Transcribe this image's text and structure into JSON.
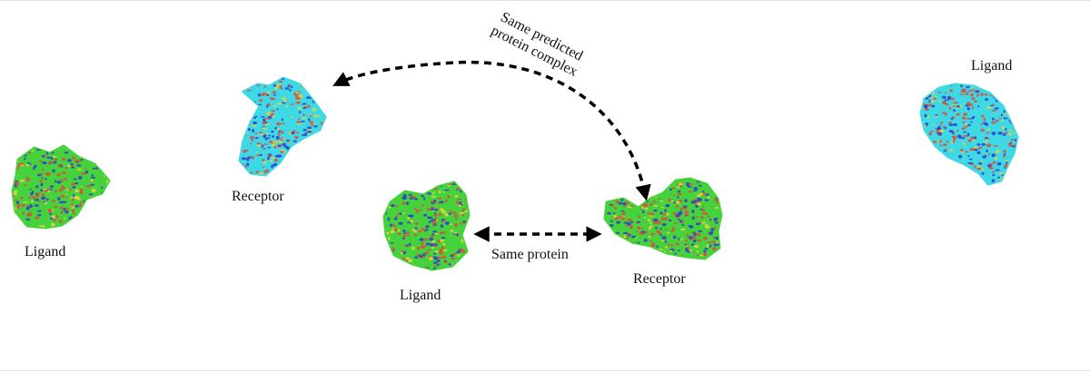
{
  "labels": {
    "ligand_left": "Ligand",
    "receptor_left": "Receptor",
    "ligand_mid": "Ligand",
    "receptor_right": "Receptor",
    "ligand_far_right": "Ligand",
    "same_protein": "Same protein",
    "same_complex_line1": "Same predicted",
    "same_complex_line2": "protein complex"
  },
  "colors": {
    "green_surface": "#46d23c",
    "cyan_surface": "#3fd9e6",
    "residue_red": "#d8503e",
    "residue_blue": "#2a3fd0",
    "residue_yellow": "#e2d640",
    "arrow": "#000000"
  }
}
